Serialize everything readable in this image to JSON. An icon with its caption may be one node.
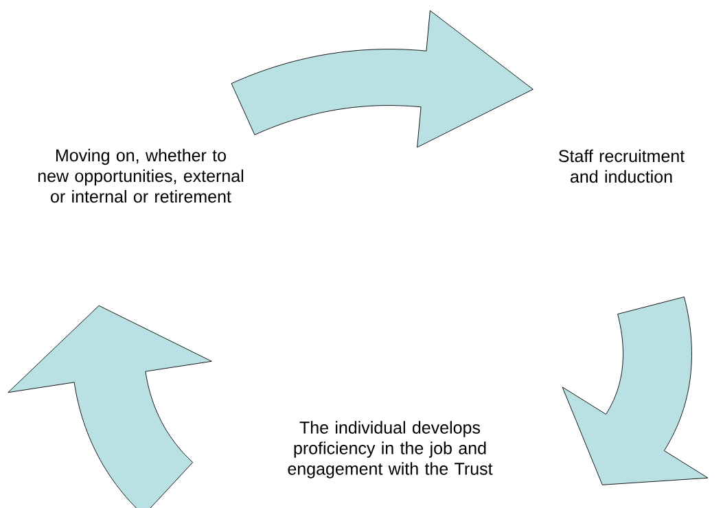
{
  "diagram": {
    "nodes": [
      {
        "text": [
          "Staff recruitment and induction"
        ]
      },
      {
        "text": [
          "The individual develops proficiency in the job and engagement with the Trust"
        ]
      },
      {
        "text": [
          "Moving on, whether to new opportunities, external or internal or retirement"
        ]
      }
    ]
  }
}
